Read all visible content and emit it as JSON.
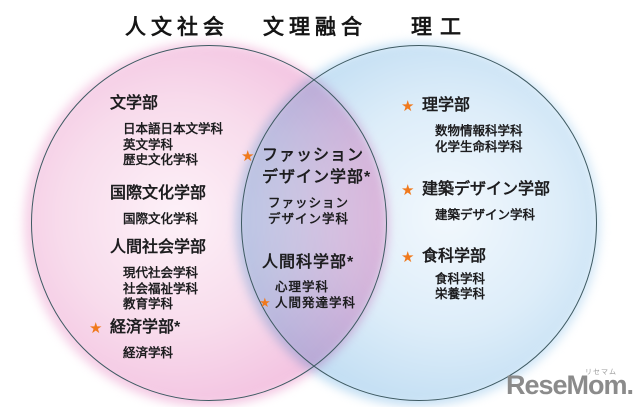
{
  "headers": {
    "humanities": "人文社会",
    "fusion": "文理融合",
    "science": "理工"
  },
  "regions": {
    "humanities": {
      "faculties": [
        {
          "star": "",
          "name": "文学部",
          "departments": [
            {
              "star": "",
              "text": "日本語日本文学科"
            },
            {
              "star": "",
              "text": "英文学科"
            },
            {
              "star": "",
              "text": "歴史文化学科"
            }
          ]
        },
        {
          "star": "",
          "name": "国際文化学部",
          "departments": [
            {
              "star": "",
              "text": "国際文化学科"
            }
          ]
        },
        {
          "star": "",
          "name": "人間社会学部",
          "departments": [
            {
              "star": "",
              "text": "現代社会学科"
            },
            {
              "star": "",
              "text": "社会福祉学科"
            },
            {
              "star": "",
              "text": "教育学科"
            }
          ]
        },
        {
          "star": "★",
          "name": "経済学部*",
          "departments": [
            {
              "star": "",
              "text": "経済学科"
            }
          ]
        }
      ]
    },
    "fusion": {
      "faculties": [
        {
          "star": "★",
          "name": "ファッション\nデザイン学部*",
          "departments": [
            {
              "star": "",
              "text": "ファッション\nデザイン学科"
            }
          ]
        },
        {
          "star": "",
          "name": "人間科学部*",
          "departments": [
            {
              "star": "",
              "text": "心理学科"
            },
            {
              "star": "★",
              "text": "人間発達学科"
            }
          ]
        }
      ]
    },
    "science": {
      "faculties": [
        {
          "star": "★",
          "name": "理学部",
          "departments": [
            {
              "star": "",
              "text": "数物情報科学科"
            },
            {
              "star": "",
              "text": "化学生命科学科"
            }
          ]
        },
        {
          "star": "★",
          "name": "建築デザイン学部",
          "departments": [
            {
              "star": "",
              "text": "建築デザイン学科"
            }
          ]
        },
        {
          "star": "★",
          "name": "食科学部",
          "departments": [
            {
              "star": "",
              "text": "食科学科"
            },
            {
              "star": "",
              "text": "栄養学科"
            }
          ]
        }
      ]
    }
  },
  "logo": {
    "text": "ReseMom.",
    "ruby": "リセマム"
  },
  "colors": {
    "star": "#f0791c",
    "circle_stroke": "#3e5a62",
    "pink_edge": "#eeaad5",
    "blue_edge": "#abd2ee",
    "logo_gray": "#8b8b8b",
    "text": "#1d1d1f"
  }
}
